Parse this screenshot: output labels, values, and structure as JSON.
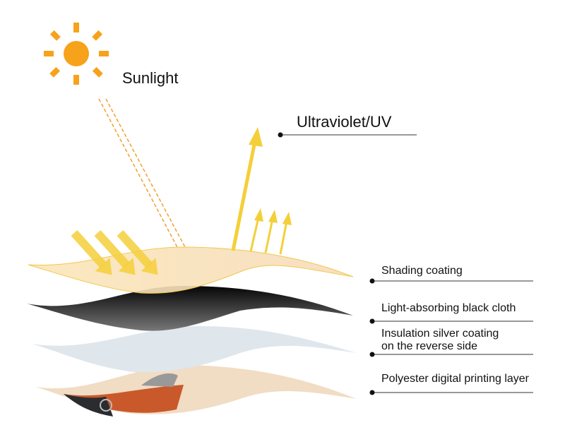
{
  "labels": {
    "sunlight": "Sunlight",
    "uv": "Ultraviolet/UV",
    "layers": [
      {
        "line1": "Shading coating",
        "line2": ""
      },
      {
        "line1": "Light-absorbing black cloth",
        "line2": ""
      },
      {
        "line1": "Insulation silver coating",
        "line2": "on the reverse side"
      },
      {
        "line1": "Polyester digital printing layer",
        "line2": ""
      }
    ]
  },
  "colors": {
    "sun": "#f7a21b",
    "arrow": "#f4cf3a",
    "shading": "#fbe3b0",
    "black": "#1a1a1a",
    "silver": "#dfe6ec",
    "print": "#f1dcc4",
    "print_accent": "#c9592a"
  }
}
